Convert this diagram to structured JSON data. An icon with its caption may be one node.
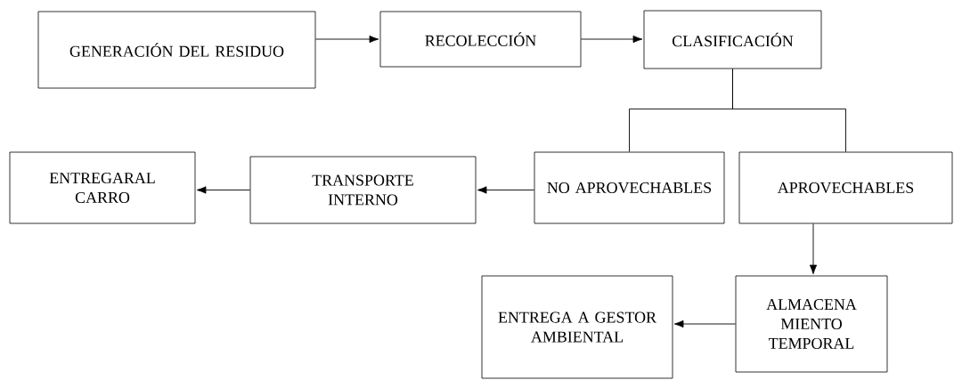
{
  "diagram": {
    "nodes": [
      {
        "text": [
          "GENERACIÓN DEL RESIDUO"
        ]
      },
      {
        "text": [
          "RECOLECCIÓN"
        ]
      },
      {
        "text": [
          "CLASIFICACIÓN"
        ]
      },
      {
        "text": [
          "ENTREGARAL CARRO"
        ]
      },
      {
        "text": [
          "TRANSPORTE INTERNO"
        ]
      },
      {
        "text": [
          "NO APROVECHABLES"
        ]
      },
      {
        "text": [
          "APROVECHABLES"
        ]
      },
      {
        "text": [
          "ENTREGA A GESTOR AMBIENTAL"
        ]
      },
      {
        "text": [
          "ALMACENA MIENTO TEMPORAL"
        ]
      }
    ],
    "edges": [
      {
        "from": 0,
        "to": 1,
        "arrow": "to"
      },
      {
        "from": 1,
        "to": 2,
        "arrow": "to"
      },
      {
        "from": 2,
        "to": 5,
        "arrow": "none"
      },
      {
        "from": 2,
        "to": 6,
        "arrow": "none"
      },
      {
        "from": 5,
        "to": 4,
        "arrow": "to"
      },
      {
        "from": 4,
        "to": 3,
        "arrow": "to"
      },
      {
        "from": 6,
        "to": 8,
        "arrow": "to"
      },
      {
        "from": 8,
        "to": 7,
        "arrow": "to"
      }
    ]
  }
}
